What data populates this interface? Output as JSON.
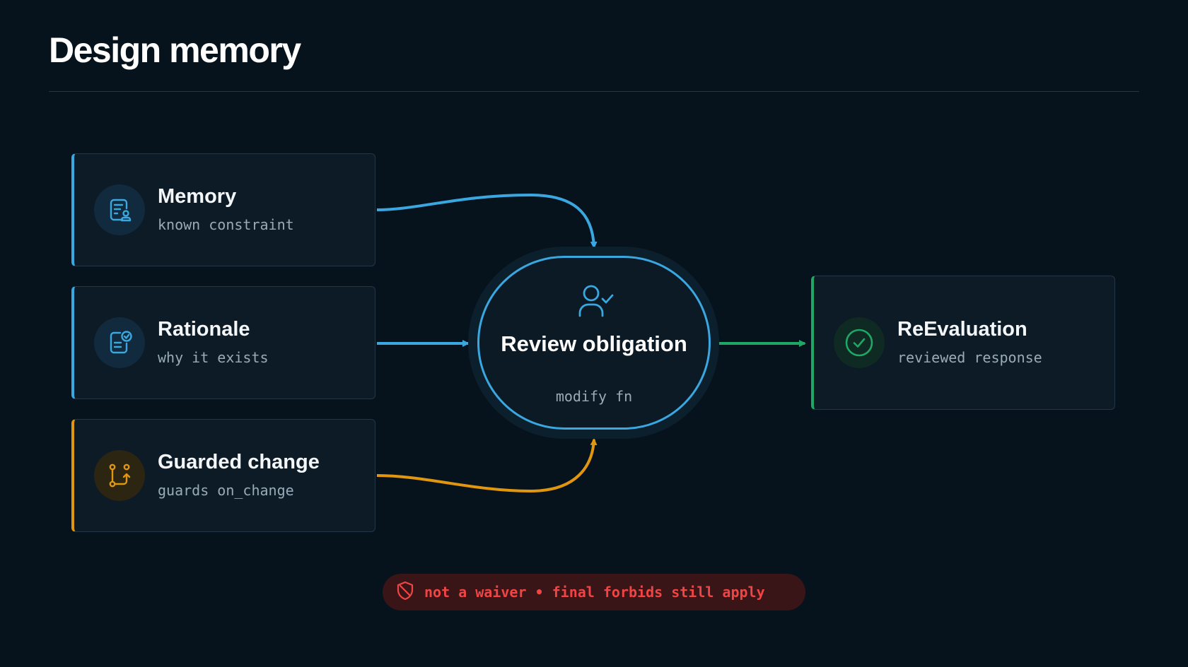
{
  "page": {
    "title": "Design memory"
  },
  "inputs": [
    {
      "id": "memory",
      "title": "Memory",
      "subtitle": "known constraint",
      "icon": "document-user-icon",
      "accent": "#3aa7e0"
    },
    {
      "id": "rationale",
      "title": "Rationale",
      "subtitle": "why it exists",
      "icon": "document-check-icon",
      "accent": "#3aa7e0"
    },
    {
      "id": "guarded-change",
      "title": "Guarded change",
      "subtitle": "guards on_change",
      "icon": "branch-icon",
      "accent": "#e0960f"
    }
  ],
  "center": {
    "title": "Review obligation",
    "subtitle": "modify fn",
    "icon": "user-check-icon",
    "accent": "#3aa7e0"
  },
  "output": {
    "title": "ReEvaluation",
    "subtitle": "reviewed response",
    "icon": "check-circle-icon",
    "accent": "#1fa765"
  },
  "edges": [
    {
      "from": "memory",
      "to": "review-obligation",
      "color": "#3aa7e0"
    },
    {
      "from": "rationale",
      "to": "review-obligation",
      "color": "#3aa7e0"
    },
    {
      "from": "guarded-change",
      "to": "review-obligation",
      "color": "#e0960f"
    },
    {
      "from": "review-obligation",
      "to": "reevaluation",
      "color": "#1fa765"
    }
  ],
  "warning": {
    "text": "not a waiver • final forbids still apply",
    "icon": "shield-off-icon",
    "color": "#f04545"
  }
}
